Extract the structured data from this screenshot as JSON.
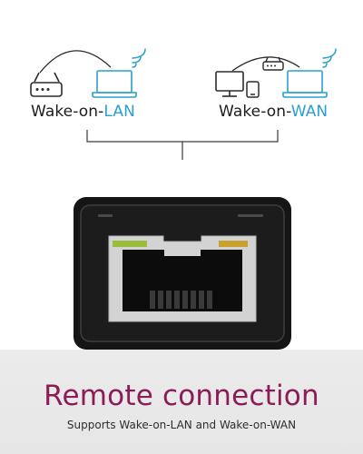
{
  "lan": {
    "prefix": "Wake-on-",
    "accent": "LAN"
  },
  "wan": {
    "prefix": "Wake-on-",
    "accent": "WAN"
  },
  "caption": {
    "headline": "Remote connection",
    "subline": "Supports Wake-on-LAN and Wake-on-WAN"
  },
  "colors": {
    "accent_blue": "#2a9fd0",
    "headline_magenta": "#8b1c55",
    "caption_band": "#e9e8e9",
    "port_body": "#161616",
    "led_green": "#9bbd3c",
    "led_amber": "#c9a12c"
  },
  "icons": [
    "router-icon",
    "laptop-icon",
    "desktop-monitor-icon",
    "smartphone-icon",
    "wifi-signal-icon",
    "rj45-port-icon"
  ]
}
